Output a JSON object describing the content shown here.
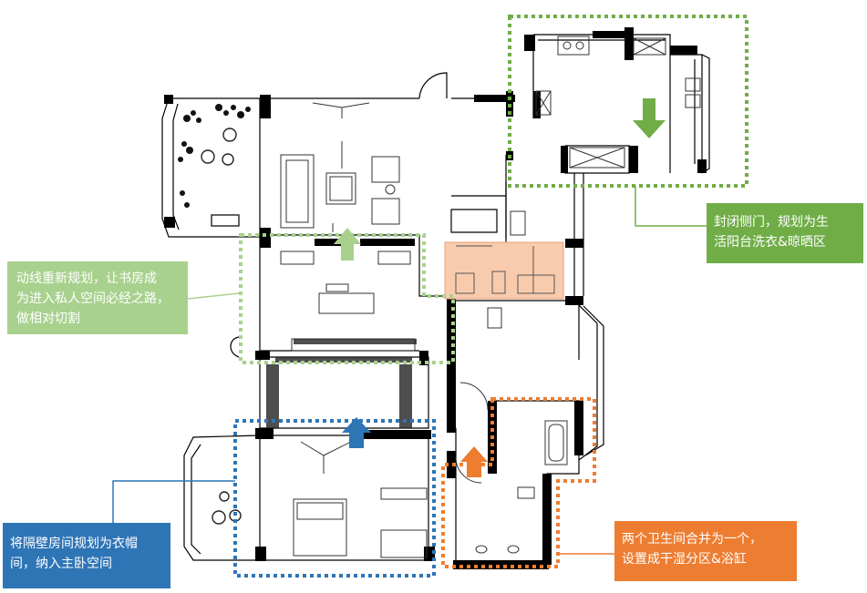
{
  "callouts": {
    "left": {
      "line1": "动线重新规划，让书房成",
      "line2": "为进入私人空间必经之路，",
      "line3": "做相对切割"
    },
    "top_right": {
      "line1": "封闭侧门，规划为生",
      "line2": "活阳台洗衣&晾晒区"
    },
    "bottom_left": {
      "line1": "将隔壁房间规划为衣帽",
      "line2": "间，纳入主卧空间"
    },
    "bottom_right": {
      "line1": "两个卫生间合并为一个，",
      "line2": "设置成干湿分区&浴缸"
    }
  },
  "colors": {
    "green_dark": "#70ad47",
    "green_light": "#a9d18e",
    "blue": "#2e75b6",
    "orange": "#ed7d31",
    "bath_fill": "#f8cbad",
    "wall": "#000000"
  },
  "icons": [
    "arrow-up-icon",
    "arrow-down-icon"
  ]
}
